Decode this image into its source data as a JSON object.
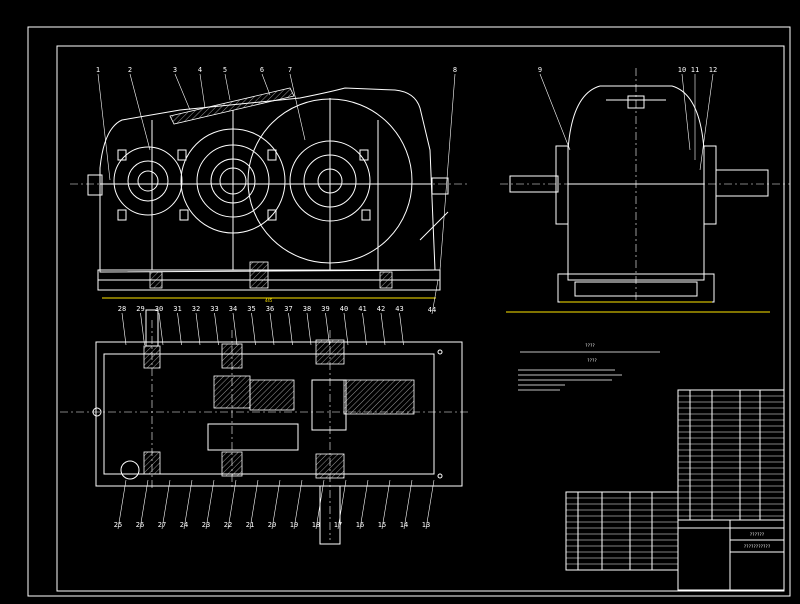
{
  "drawing": {
    "title_block": {
      "title": "??????",
      "subtitle": "???????????"
    },
    "tech_notes": {
      "heading": "????",
      "sub_heading": "????"
    },
    "callouts": {
      "front_top": [
        "1",
        "2",
        "3",
        "4",
        "5",
        "6",
        "7",
        "8"
      ],
      "side_top": [
        "9",
        "10",
        "11",
        "12"
      ],
      "plan_top": [
        "28",
        "29",
        "30",
        "31",
        "32",
        "33",
        "34",
        "35",
        "36",
        "37",
        "38",
        "39",
        "40",
        "41",
        "42",
        "43"
      ],
      "plan_bottom": [
        "25",
        "26",
        "27",
        "24",
        "23",
        "22",
        "21",
        "20",
        "19",
        "18",
        "17",
        "16",
        "15",
        "14",
        "13"
      ],
      "front_right": "44"
    }
  },
  "colors": {
    "lines": "#ffffff",
    "dims": "#ffe600",
    "hidden": "#ff3030",
    "background": "#000000"
  }
}
